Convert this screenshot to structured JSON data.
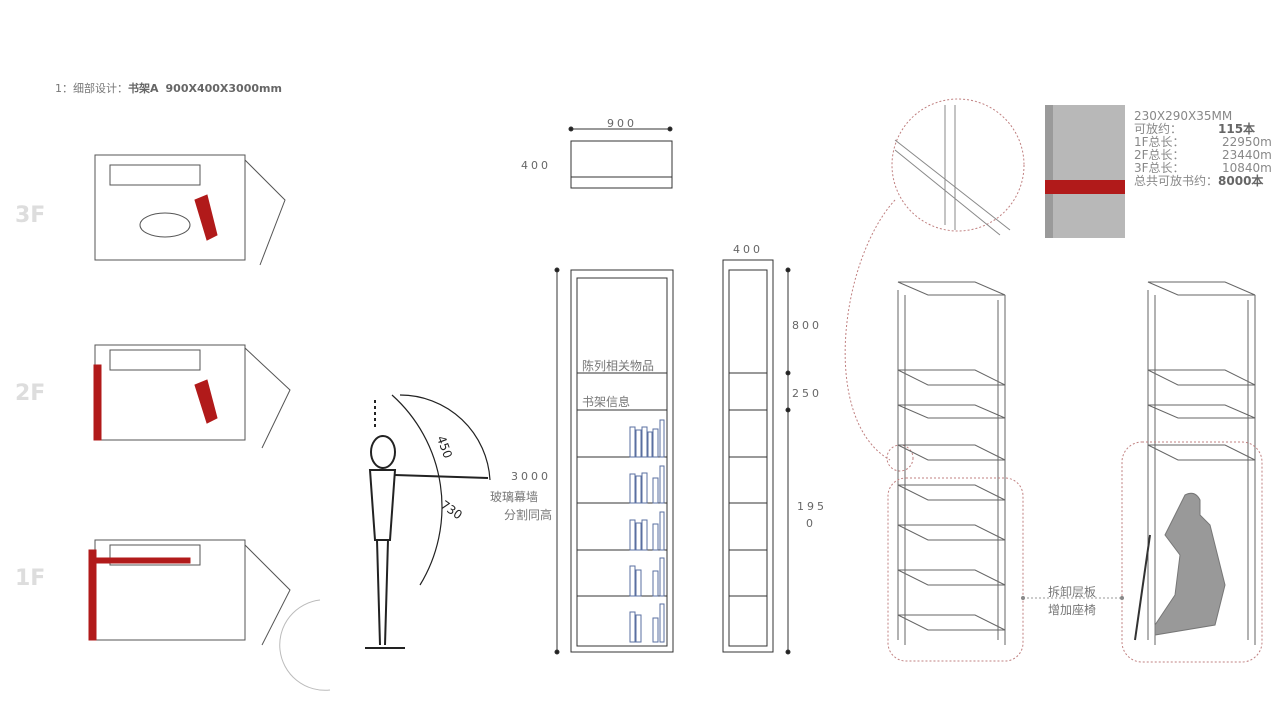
{
  "title": {
    "prefix": "1：细部设计：",
    "name": "书架A",
    "size": "900X400X3000mm"
  },
  "floors": [
    "3F",
    "2F",
    "1F"
  ],
  "dimensions": {
    "top_width": "900",
    "top_depth": "400",
    "side_depth": "400",
    "height": "3000",
    "height_note1": "玻璃幕墙",
    "height_note2": "分割同高",
    "upper": "800",
    "middle": "250",
    "lower1": "195",
    "lower2": "0",
    "reach1": "450",
    "reach2": "730"
  },
  "shelf_labels": {
    "display": "陈列相关物品",
    "info": "书架信息"
  },
  "specs": {
    "book_size": "230X290X35MM",
    "capacity_label": "可放约：",
    "capacity": "115本",
    "f1_label": "1F总长：",
    "f1": "22950m",
    "f2_label": "2F总长：",
    "f2": "23440m",
    "f3_label": "3F总长：",
    "f3": "10840m",
    "total_label": "总共可放书约：",
    "total": "8000本"
  },
  "note": {
    "line1": "拆卸层板",
    "line2": "增加座椅"
  },
  "colors": {
    "accent": "#b11a1a",
    "line": "#333333",
    "dashed": "#c08080"
  }
}
